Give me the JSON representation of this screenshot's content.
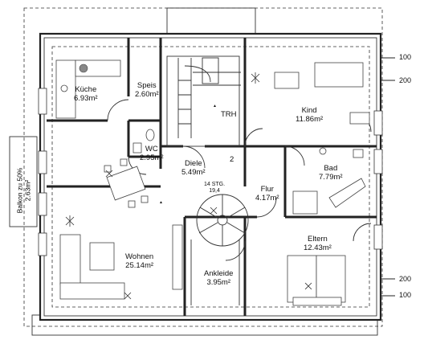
{
  "rooms": [
    {
      "id": "kueche",
      "name": "Küche",
      "area": "6.93m²"
    },
    {
      "id": "speis",
      "name": "Speis",
      "area": "2.60m²"
    },
    {
      "id": "kind",
      "name": "Kind",
      "area": "11.86m²"
    },
    {
      "id": "wc",
      "name": "WC",
      "area": "2.95m²"
    },
    {
      "id": "diele",
      "name": "Diele",
      "area": "5.49m²"
    },
    {
      "id": "bad",
      "name": "Bad",
      "area": "7.79m²"
    },
    {
      "id": "flur",
      "name": "Flur",
      "area": "4.17m²"
    },
    {
      "id": "wohnen",
      "name": "Wohnen",
      "area": "25.14m²"
    },
    {
      "id": "eltern",
      "name": "Eltern",
      "area": "12.43m²"
    },
    {
      "id": "ankleide",
      "name": "Ankleide",
      "area": "3.95m²"
    }
  ],
  "labels": {
    "trh": "TRH",
    "door_number": "2",
    "stairs_steps": "14 STG.",
    "stairs_dim": "19,4",
    "balcony_line1": "Balkon zu 50%",
    "balcony_line2": "2.63m²"
  },
  "dimensions": {
    "top_right_100": "100",
    "top_right_200": "200",
    "bottom_right_200": "200",
    "bottom_right_100": "100"
  }
}
